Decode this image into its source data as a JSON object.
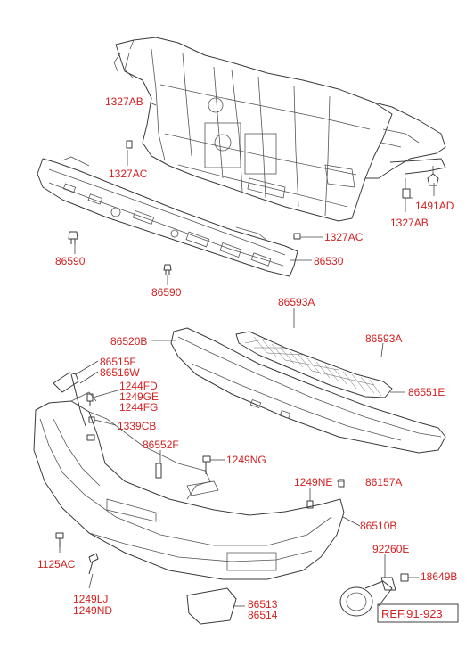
{
  "diagram": {
    "labels": {
      "l1327AB_top": "1327AB",
      "l1327AC_top": "1327AC",
      "l1491AD": "1491AD",
      "l1327AB_right": "1327AB",
      "l1327AC_mid": "1327AC",
      "l86590_a": "86590",
      "l86530": "86530",
      "l86590_b": "86590",
      "l86593A_a": "86593A",
      "l86520B": "86520B",
      "l86593A_b": "86593A",
      "l86515F": "86515F",
      "l86516W": "86516W",
      "l1244FD": "1244FD",
      "l1249GE": "1249GE",
      "l1244FG": "1244FG",
      "l86551E": "86551E",
      "l1339CB": "1339CB",
      "l86552F": "86552F",
      "l1249NG": "1249NG",
      "l1249NE": "1249NE",
      "l86157A": "86157A",
      "l86510B": "86510B",
      "l92260E": "92260E",
      "l1125AC": "1125AC",
      "l18649B": "18649B",
      "l1249LJ": "1249LJ",
      "l1249ND": "1249ND",
      "l86513": "86513",
      "l86514": "86514"
    },
    "reference": "REF.91-923"
  }
}
